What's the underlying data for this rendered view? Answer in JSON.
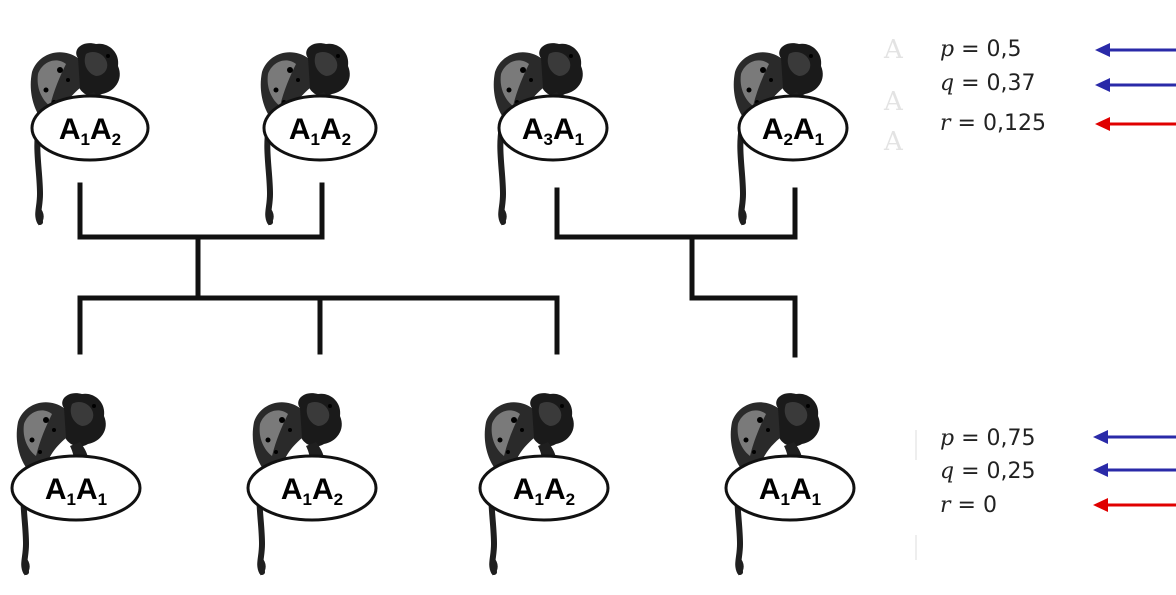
{
  "colors": {
    "line": "#111111",
    "animal_dark": "#1a1a1a",
    "animal_mid": "#3a3a3a",
    "arrow_blue": "#2a2aa8",
    "arrow_red": "#e00000",
    "faint_text": "#e3e3e3"
  },
  "animals": {
    "parents": [
      {
        "letter": "A",
        "a1": "1",
        "a2": "2"
      },
      {
        "letter": "A",
        "a1": "1",
        "a2": "2"
      },
      {
        "letter": "A",
        "a1": "3",
        "a2": "1"
      },
      {
        "letter": "A",
        "a1": "2",
        "a2": "1"
      }
    ],
    "offspring": [
      {
        "letter": "A",
        "a1": "1",
        "a2": "1"
      },
      {
        "letter": "A",
        "a1": "1",
        "a2": "2"
      },
      {
        "letter": "A",
        "a1": "1",
        "a2": "2"
      },
      {
        "letter": "A",
        "a1": "1",
        "a2": "1"
      }
    ]
  },
  "frequencies": {
    "top": [
      {
        "var": "p",
        "eq": " = ",
        "value": "0,5",
        "arrow": "blue"
      },
      {
        "var": "q",
        "eq": " = ",
        "value": "0,37",
        "arrow": "blue"
      },
      {
        "var": "r",
        "eq": " = ",
        "value": "0,125",
        "arrow": "red"
      }
    ],
    "bottom": [
      {
        "var": "p",
        "eq": " = ",
        "value": "0,75",
        "arrow": "blue"
      },
      {
        "var": "q",
        "eq": " = ",
        "value": "0,25",
        "arrow": "blue"
      },
      {
        "var": "r",
        "eq": " = ",
        "value": "0",
        "arrow": "red"
      }
    ]
  }
}
